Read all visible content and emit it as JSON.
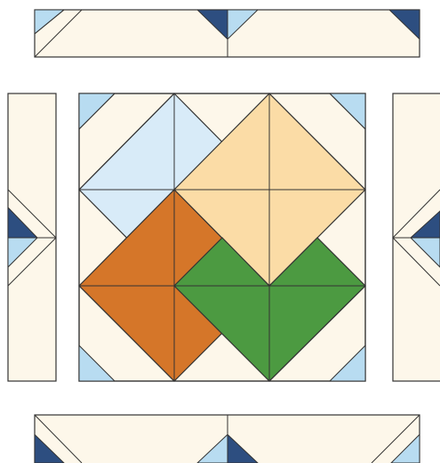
{
  "diagram": {
    "palette": {
      "background": "#fdf7ea",
      "light_blue": "#d8ebf8",
      "corner_blue": "#b8dcf1",
      "navy": "#2d4e80",
      "tan": "#fbdca6",
      "orange": "#d57629",
      "green": "#4c9a41",
      "line": "#333333"
    },
    "pieces": [
      {
        "name": "top-border-strip",
        "role": "border-strip",
        "color": "background"
      },
      {
        "name": "left-border-strip",
        "role": "border-strip",
        "color": "background"
      },
      {
        "name": "right-border-strip",
        "role": "border-strip",
        "color": "background"
      },
      {
        "name": "bottom-border-strip",
        "role": "border-strip",
        "color": "background"
      },
      {
        "name": "center-block",
        "role": "block",
        "color": "background"
      },
      {
        "name": "light-blue-diamond",
        "role": "diamond",
        "color": "light_blue"
      },
      {
        "name": "tan-diamond",
        "role": "diamond",
        "color": "tan"
      },
      {
        "name": "orange-diamond",
        "role": "diamond",
        "color": "orange"
      },
      {
        "name": "green-diamond",
        "role": "diamond",
        "color": "green"
      }
    ]
  }
}
